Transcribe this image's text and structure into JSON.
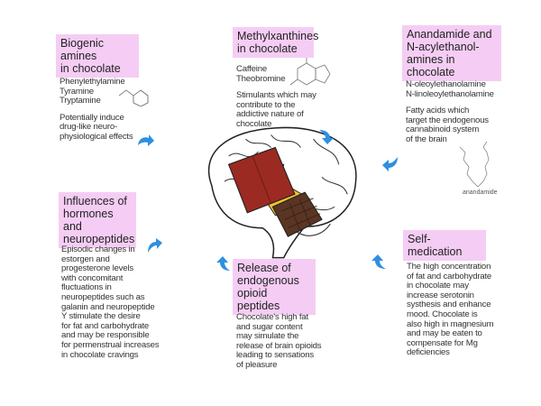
{
  "sections": {
    "biogenic": {
      "title": [
        "Biogenic amines",
        "in chocolate"
      ],
      "compounds": [
        "Phenylethylamine",
        "Tyramine",
        "Tryptamine"
      ],
      "body": [
        "Potentially induce",
        "drug-like neuro-",
        "physiological effects"
      ]
    },
    "methyl": {
      "title": [
        "Methylxanthines",
        "in chocolate"
      ],
      "compounds": [
        "Caffeine",
        "Theobromine"
      ],
      "body": [
        "Stimulants which may",
        "contribute to the",
        "addictive nature of",
        "chocolate"
      ]
    },
    "anandamide": {
      "title": [
        "Anandamide and",
        "N-acylethanol-",
        "amines in chocolate"
      ],
      "compounds": [
        "N-oleoylethanolamine",
        "N-linoleoylethanolamine"
      ],
      "body": [
        "Fatty acids which",
        "target the endogenous",
        "cannabinoid system",
        "of the brain"
      ],
      "molecule_label": "anandamide"
    },
    "hormones": {
      "title": [
        "Influences of",
        "hormones and",
        "neuropeptides"
      ],
      "body": [
        "Episodic changes in",
        "estorgen and",
        "progesterone levels",
        "with concomitant",
        "fluctuations in",
        "neuropeptides such as",
        "galanin and neuropeptide",
        "Y stimulate the desire",
        "for fat and carbohydrate",
        "and may be responsible",
        "for permenstrual increases",
        "in chocolate cravings"
      ]
    },
    "opioid": {
      "title": [
        "Release of",
        "endogenous opioid",
        "peptides"
      ],
      "body": [
        "Chocolate's high fat",
        "and sugar content",
        "may simulate the",
        "release of brain opioids",
        "leading to sensations",
        "of pleasure"
      ]
    },
    "selfmed": {
      "title": [
        "Self-medication"
      ],
      "body": [
        "The high concentration",
        "of fat and carbohydrate",
        "in chocolate may",
        "increase serotonin",
        "systhesis and enhance",
        "mood.  Chocolate is",
        "also high in magnesium",
        "and may be eaten to",
        "compensate for Mg",
        "deficiencies"
      ]
    }
  },
  "colors": {
    "box": "#f5cdf4",
    "arrow": "#2f8fe0",
    "chocolate_dark": "#5a3524",
    "chocolate_red": "#9b2a22",
    "foil": "#f2c12e"
  }
}
